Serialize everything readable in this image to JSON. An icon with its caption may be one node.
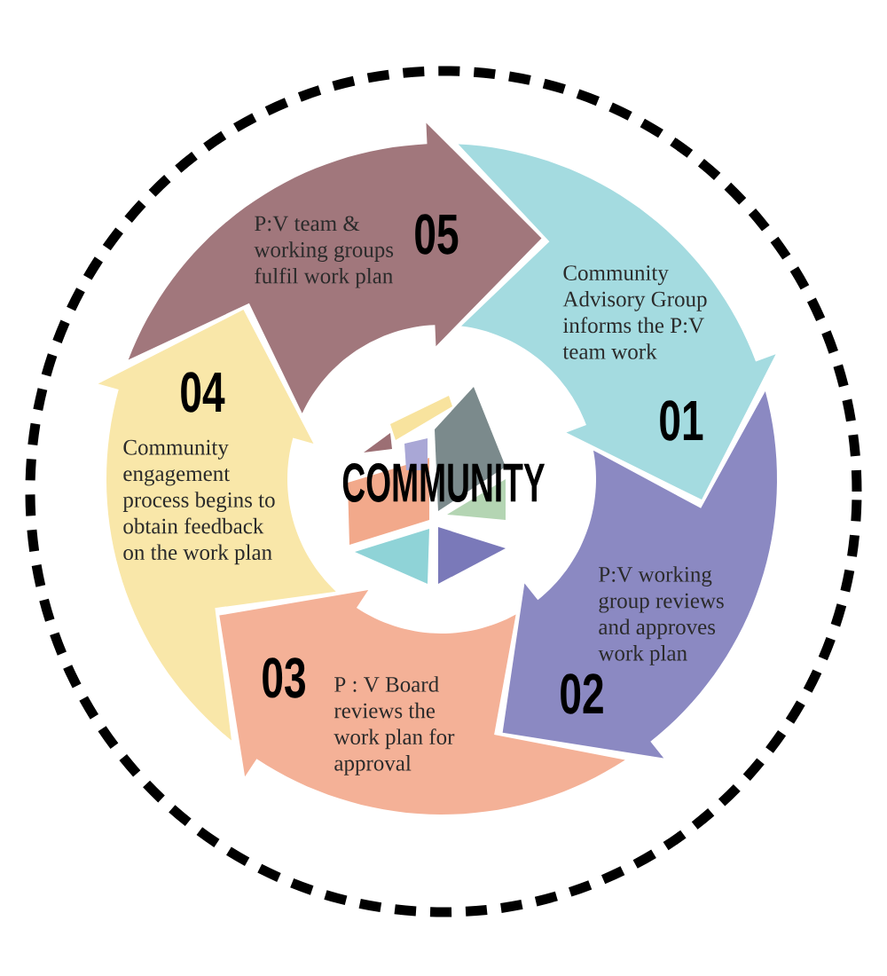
{
  "diagram": {
    "nodes": [
      {
        "text": [
          "Community Advisory Group informs the P:V team work",
          "01"
        ]
      },
      {
        "text": [
          "P:V working group reviews and approves work plan",
          "02"
        ]
      },
      {
        "text": [
          "03",
          "P : V Board reviews the work plan for approval"
        ]
      },
      {
        "text": [
          "04",
          "Community engagement process begins to obtain feedback on the work plan"
        ]
      },
      {
        "text": [
          "P:V team & working groups fulfil work plan",
          "05"
        ]
      },
      {
        "text": [
          "COMMUNITY"
        ]
      }
    ]
  }
}
